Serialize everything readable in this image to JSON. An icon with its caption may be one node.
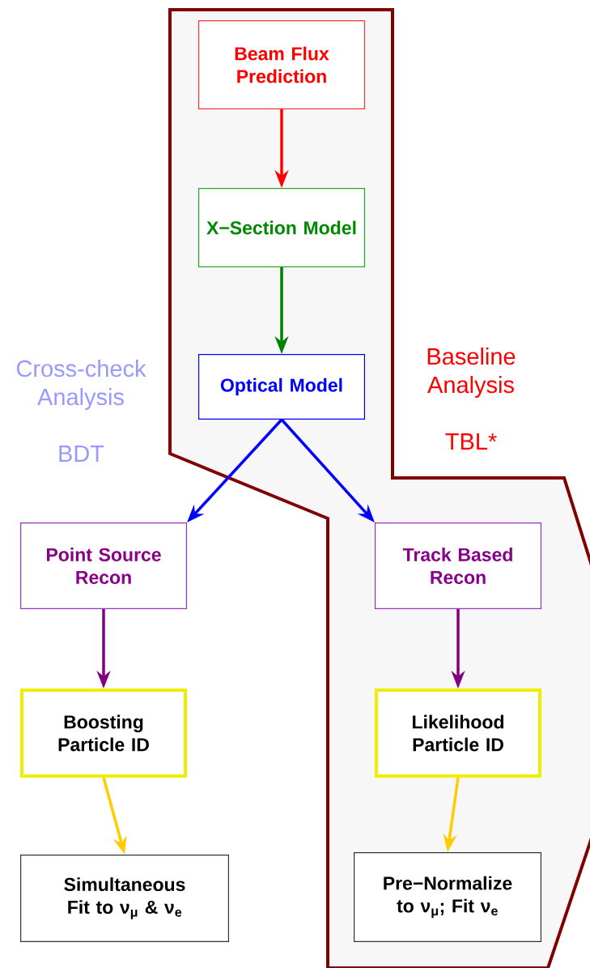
{
  "diagram": {
    "nodes": [
      {
        "text": [
          "Beam Flux Prediction"
        ]
      },
      {
        "text": [
          "X−Section Model"
        ]
      },
      {
        "text": [
          "Optical Model"
        ]
      },
      {
        "text": [
          "Point Source Recon"
        ]
      },
      {
        "text": [
          "Track Based Recon"
        ]
      },
      {
        "text": [
          "Boosting Particle ID"
        ]
      },
      {
        "text": [
          "Likelihood Particle ID"
        ]
      },
      {
        "text": [
          "Simultaneous Fit to ν$_{μ}$ & ν$_{e}$"
        ]
      },
      {
        "text": [
          "Pre−Normalize to ν$_{μ}$; Fit ν$_{e}$"
        ]
      }
    ],
    "edges": [
      {
        "from": 0,
        "to": 1,
        "arrow": "to",
        "color": "#ff0000"
      },
      {
        "from": 1,
        "to": 2,
        "arrow": "to",
        "color": "#008000"
      },
      {
        "from": 2,
        "to": 3,
        "arrow": "to",
        "color": "#0000ff"
      },
      {
        "from": 2,
        "to": 4,
        "arrow": "to",
        "color": "#0000ff"
      },
      {
        "from": 3,
        "to": 5,
        "arrow": "to",
        "color": "#800080"
      },
      {
        "from": 4,
        "to": 6,
        "arrow": "to",
        "color": "#800080"
      },
      {
        "from": 5,
        "to": 7,
        "arrow": "to",
        "color": "#ffcc00"
      },
      {
        "from": 6,
        "to": 8,
        "arrow": "to",
        "color": "#ffcc00"
      }
    ],
    "labels": [
      "Cross-check Analysis",
      "BDT",
      "Baseline Analysis",
      "TBL*"
    ]
  }
}
